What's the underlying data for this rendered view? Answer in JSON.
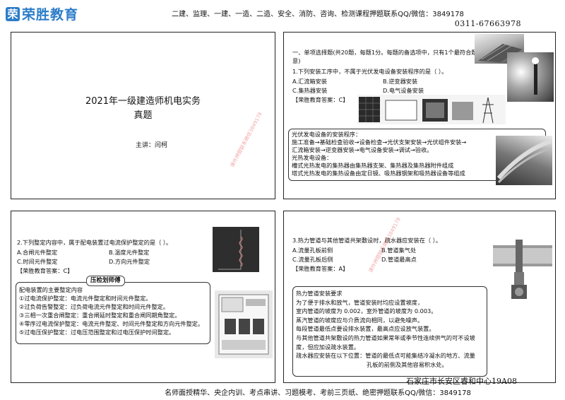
{
  "header": {
    "logo_mark": "荣",
    "logo_text": "荣胜教育",
    "banner": "二建、监理、一建、一造、二造、安全、消防、咨询、检测课程押题联系QQ/微信：3849178",
    "phone": "0311-67663978"
  },
  "slide1": {
    "title_line1": "2021年一级建造师机电实务",
    "title_line2": "真题",
    "lecturer": "主讲：闫柯",
    "watermark": "课件押题联系微信3849178"
  },
  "slide2": {
    "intro": "一、单项选择题(共20题，每题1分。每题的备选项中，只有1个最符合题意)",
    "question": "1.下列安装工序中，不属于光伏发电设备安装程序的是（  ）。",
    "options": [
      "A.汇流箱安装",
      "B.逆变器安装",
      "C.集热器安装",
      "D.电气设备安装"
    ],
    "answer": "【荣胜教育答案：C】",
    "explain": [
      "光伏发电设备的安装程序：",
      "施工准备→基础检查验收→设备检查→光伏支架安装→光伏组件安装→",
      "汇流箱安装→逆变器安装→电气设备安装→调试→验收。",
      "光热发电设备：",
      "槽式光热发电的集热器由集热器支架、集热器及集热器附件组成",
      "塔式光热发电的集热设备由定日镜、吸热器钢架和吸热器设备等组成"
    ]
  },
  "slide3": {
    "question": "2.下列整定内容中，属于配电装置过电流保护整定的是（  ）。",
    "options": [
      "A.合闸元件整定",
      "B.温度元件整定",
      "C.时间元件整定",
      "D.方向元件整定"
    ],
    "answer": "【荣胜教育答案：C】",
    "tag": "压检划师傅",
    "explain": [
      "配电装置的主要整定内容",
      "①过电流保护整定：电流元件整定和时间元件整定。",
      "②过负荷告警整定：过负荷电流元件整定和时间元件整定。",
      "③三相一次重合闸整定：重合闸延时整定和重合闸同期角整定。",
      "④零序过电流保护整定：电流元件整定、时间元件整定和方向元件整定。",
      "⑤过电压保护整定：过电压范围整定和过电压保护时间整定。"
    ]
  },
  "slide4": {
    "question": "3.热力管道与其他管道共架敷设时，疏水器应安装在（  ）。",
    "options": [
      "A.流量孔板前侧",
      "B.管道集气处",
      "C.流量孔板后侧",
      "D.管道最高点"
    ],
    "answer": "【荣胜教育答案：A】",
    "watermark": "课件押题联系微信3849178",
    "explain": [
      "热力管道安装要求",
      "为了便于排水和放气，管道安装时均应设置坡度，",
      "室内管道的坡度为 0.002，室外管道的坡度为 0.003。",
      "蒸汽管道的坡度应与介质流向相同，以避免噪声。",
      "每段管道最低点要设排水装置，最高点应设放气装置。",
      "与其他管道共架敷设的热力管道如果常年或季节性连续供气的可不设坡",
      "度，但应加设疏水装置。",
      "疏水器应安装在以下位置：管道的最低点可能集结冷凝水的地方、流量",
      "孔板的前侧及其他容易积水处。"
    ]
  },
  "footer": {
    "location": "石家庄市长安区睿和中心19A08",
    "banner": "名师面授精华、央企内训、考点串讲、习题模考、考前三页纸、绝密押题联系QQ/微信：3849178"
  }
}
